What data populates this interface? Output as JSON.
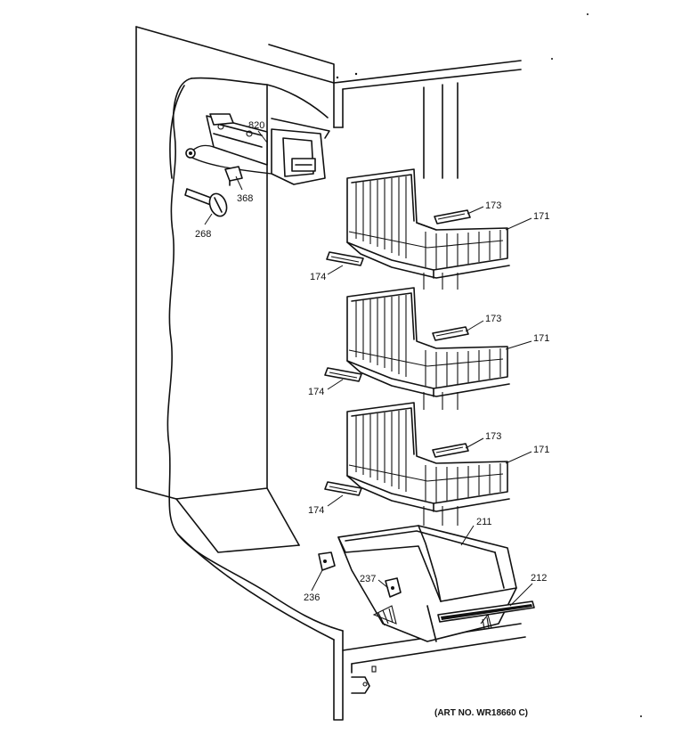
{
  "labels": {
    "p820": "820",
    "p368": "368",
    "p268": "268",
    "p173a": "173",
    "p171a": "171",
    "p174a": "174",
    "p173b": "173",
    "p171b": "171",
    "p174b": "174",
    "p173c": "173",
    "p171c": "171",
    "p174c": "174",
    "p211": "211",
    "p212": "212",
    "p237": "237",
    "p236": "236"
  },
  "art_number": "(ART NO. WR18660 C)"
}
